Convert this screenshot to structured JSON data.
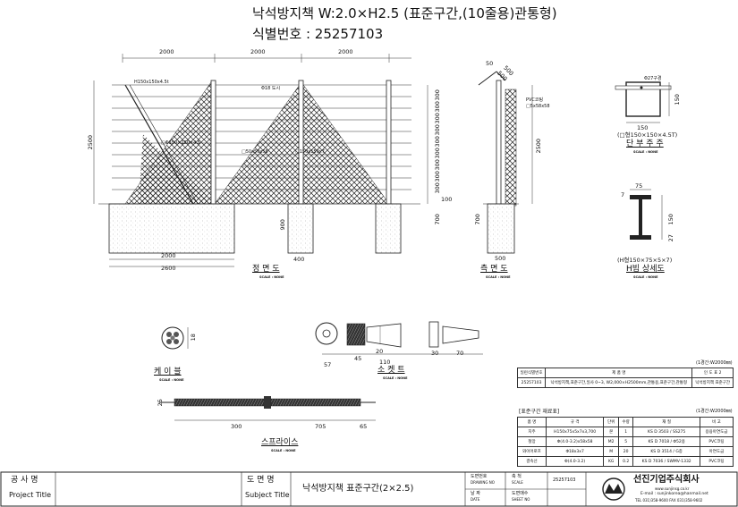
{
  "header": {
    "title": "낙석방지책 W:2.0×H2.5 (표준구간,(10줄용)관통형)",
    "id_line": "식별번호 : 25257103"
  },
  "front_view": {
    "caption": "정 면 도",
    "scale": "SCALE : NONE",
    "top_dims": [
      "2000",
      "2000",
      "2000"
    ],
    "bottom_dims": [
      "2000",
      "2600"
    ],
    "left_dim": "2500",
    "right_dims": [
      "300",
      "300",
      "300",
      "300",
      "300",
      "300",
      "300",
      "300",
      "300"
    ],
    "foot_dims": [
      "100",
      "700",
      "900",
      "400"
    ],
    "notes": [
      "H150x150x4.5t",
      "Φ18 도시",
      "□Φ150×150×4.5",
      "□50x50x56",
      "□150x150x7"
    ]
  },
  "side_view": {
    "caption": "측 면 도",
    "scale": "SCALE : NONE",
    "top_dims": [
      "50",
      "500",
      "500"
    ],
    "height_dim": "2500",
    "foot_dims": [
      "700",
      "500"
    ],
    "notes": [
      "PVC코팅",
      "□5x58x58"
    ]
  },
  "post_detail": {
    "caption": "단 부 주 주",
    "sub": "(□형150×150×4.5T)",
    "scale": "SCALE : NONE",
    "dims": [
      "150",
      "150"
    ],
    "note": "Φ27구경"
  },
  "hbeam_detail": {
    "caption": "H빔 상세도",
    "sub": "(H형150×75×5×7)",
    "scale": "SCALE : NONE",
    "dims": [
      "75",
      "7",
      "150",
      "27"
    ]
  },
  "cable": {
    "caption": "케 이 블",
    "scale": "SCALE : NONE",
    "dim": "18"
  },
  "socket": {
    "caption": "소 켓 트",
    "scale": "SCALE : NONE",
    "dims": [
      "57",
      "45",
      "20",
      "110",
      "30",
      "70"
    ]
  },
  "spring": {
    "caption": "스프라이스",
    "scale": "SCALE : NONE",
    "dims": [
      "300",
      "705",
      "65",
      "25"
    ]
  },
  "id_table": {
    "note": "(1경간:W2000㎜)",
    "headers": [
      "일련식별번호",
      "제 품 명",
      "인 도 표 2"
    ],
    "row": [
      "25257103",
      "낙석방지책,표준구간,일사 0~3, W2,000×H2500mm,관통용,표준구간,관통형",
      "낙석방지책 표준구간"
    ]
  },
  "spec_table": {
    "title": "[표준구간 재료표]",
    "note": "(1경간:W2000㎜)",
    "headers": [
      "품 명",
      "규 격",
      "단위",
      "수량",
      "재 질",
      "비 고"
    ],
    "rows": [
      [
        "지주",
        "H150x75x5x7x3,700",
        "본",
        "1",
        "KS D 3503 / SS275",
        "용융아연도금"
      ],
      [
        "철망",
        "Φ(4.0-3.2)x58x58",
        "M2",
        "5",
        "KS D 7018 / Φ52용",
        "PVC코팅"
      ],
      [
        "와이어로프",
        "Φ18x3x7",
        "M",
        "20",
        "KS D 3514 / G종",
        "아연도금"
      ],
      [
        "결속선",
        "Φ(4.0-3.2)",
        "KG",
        "0.2",
        "KS D 7036 / SWMV-1332",
        "PVC코팅"
      ]
    ]
  },
  "title_block": {
    "project_label": "공 사 명",
    "project_en": "Project Title",
    "subject_label": "도 면 명",
    "subject_en": "Subject Title",
    "subject_value": "낙석방지책 표준구간(2×2.5)",
    "drawing_no_label": "도면번호",
    "drawing_no_en": "DRAWING NO",
    "drawing_no_value": "25257103",
    "scale_label": "축 척",
    "scale_en": "SCALE",
    "date_label": "날 짜",
    "date_en": "DATE",
    "sheet_label": "도면매수",
    "sheet_en": "SHEET NO",
    "company": "선진기업주식회사",
    "web": "www.sunjinsg.co.kr",
    "email": "E-mail : sunjinkorea@hanmail.net",
    "tel": "TEL 031)358-9600 FAX 031)358-9602"
  }
}
